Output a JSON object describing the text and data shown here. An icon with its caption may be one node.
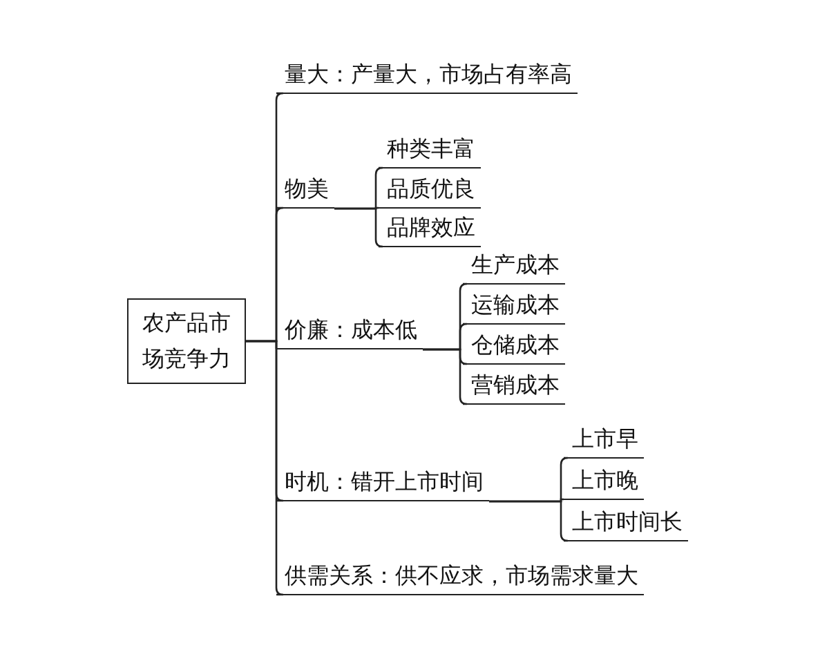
{
  "diagram": {
    "nodes": [
      {
        "text": [
          "农产品市场竞争力"
        ]
      },
      {
        "text": [
          "量大：产量大，市场占有率高"
        ]
      },
      {
        "text": [
          "物美"
        ]
      },
      {
        "text": [
          "种类丰富"
        ]
      },
      {
        "text": [
          "品质优良"
        ]
      },
      {
        "text": [
          "品牌效应"
        ]
      },
      {
        "text": [
          "价廉：成本低"
        ]
      },
      {
        "text": [
          "生产成本"
        ]
      },
      {
        "text": [
          "运输成本"
        ]
      },
      {
        "text": [
          "仓储成本"
        ]
      },
      {
        "text": [
          "营销成本"
        ]
      },
      {
        "text": [
          "时机：错开上市时间"
        ]
      },
      {
        "text": [
          "上市早"
        ]
      },
      {
        "text": [
          "上市晚"
        ]
      },
      {
        "text": [
          "上市时间长"
        ]
      },
      {
        "text": [
          "供需关系：供不应求，市场需求量大"
        ]
      }
    ],
    "edges": [
      {
        "from": 0,
        "to": 1,
        "arrow": "none"
      },
      {
        "from": 0,
        "to": 2,
        "arrow": "none"
      },
      {
        "from": 0,
        "to": 6,
        "arrow": "none"
      },
      {
        "from": 0,
        "to": 11,
        "arrow": "none"
      },
      {
        "from": 0,
        "to": 15,
        "arrow": "none"
      },
      {
        "from": 2,
        "to": 3,
        "arrow": "none"
      },
      {
        "from": 2,
        "to": 4,
        "arrow": "none"
      },
      {
        "from": 2,
        "to": 5,
        "arrow": "none"
      },
      {
        "from": 6,
        "to": 7,
        "arrow": "none"
      },
      {
        "from": 6,
        "to": 8,
        "arrow": "none"
      },
      {
        "from": 6,
        "to": 9,
        "arrow": "none"
      },
      {
        "from": 6,
        "to": 10,
        "arrow": "none"
      },
      {
        "from": 11,
        "to": 12,
        "arrow": "none"
      },
      {
        "from": 11,
        "to": 13,
        "arrow": "none"
      },
      {
        "from": 11,
        "to": 14,
        "arrow": "none"
      }
    ]
  }
}
